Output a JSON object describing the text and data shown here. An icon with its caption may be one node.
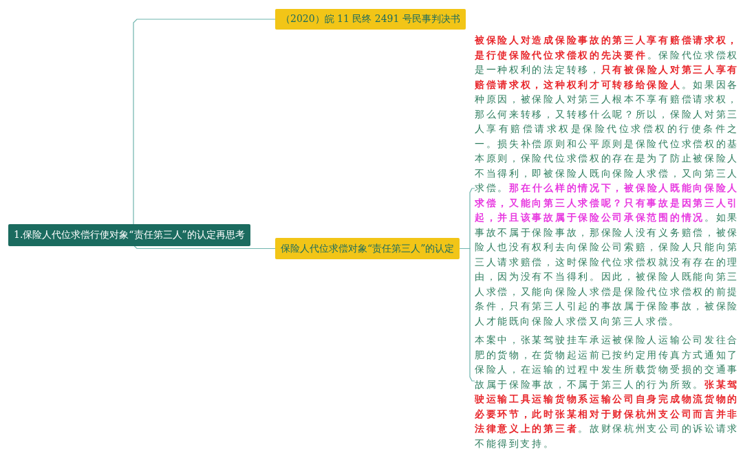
{
  "diagram": {
    "nodes": [
      {
        "text": [
          "1.保险人代位求偿行使对象“责任第三人”的认定再思考"
        ]
      },
      {
        "text": [
          "（2020）皖 11 民终 2491 号民事判决书"
        ]
      },
      {
        "text": [
          "保险人代位求偿对象“责任第三人”的认定"
        ]
      },
      {
        "text": [
          "**被保险人对造成保险事故的第三人享有赔偿请求权，是行使保险代位求偿权的先决要件**。保险代位求偿权是一种权利的法定转移，**只有被保险人对第三人享有赔偿请求权，这种权利才可转移给保险人**。如果因各种原因，被保险人对第三人根本不享有赔偿请求权，那么何来转移，又转移什么呢？所以，保险人对第三人享有赔偿请求权是保险代位求偿权的行使条件之一。损失补偿原则和公平原则是保险代位求偿权的基本原则，保险代位求偿权的存在是为了防止被保险人不当得利，即被保险人既向保险人求偿，又向第三人求偿。*那在什么样的情况下，被保险人既能向保险人求偿，又能向第三人求偿呢？只有事故是因第三人引起，并且该事故属于保险公司承保范围的情况*。如果事故不属于保险事故，那保险人没有义务赔偿，被保险人也没有权利去向保险公司索赔，保险人只能向第三人请求赔偿，这时保险代位求偿权就没有存在的理由，因为没有不当得利。因此，被保险人既能向第三人求偿，又能向保险人求偿是保险代位求偿权的前提条件，只有第三人引起的事故属于保险事故，被保险人才能既向保险人求偿又向第三人求偿。"
        ]
      },
      {
        "text": [
          "本案中，张某驾驶挂车承运被保险人运输公司发往合肥的货物，在货物起运前已按约定用传真方式通知了保险人，在运输的过程中发生所载货物受损的交通事故属于保险事故，不属于第三人的行为所致。**张某驾驶运输工具运输货物系运输公司自身完成物流货物的必要环节，此时张某相对于财保杭州支公司而言并非法律意义上的第三者**。故财保杭州支公司的诉讼请求不能得到支持。"
        ]
      }
    ],
    "edges": [
      {
        "from": 0,
        "to": 1,
        "arrow": "none"
      },
      {
        "from": 0,
        "to": 2,
        "arrow": "none"
      },
      {
        "from": 2,
        "to": 3,
        "arrow": "none"
      },
      {
        "from": 2,
        "to": 4,
        "arrow": "none"
      }
    ]
  }
}
